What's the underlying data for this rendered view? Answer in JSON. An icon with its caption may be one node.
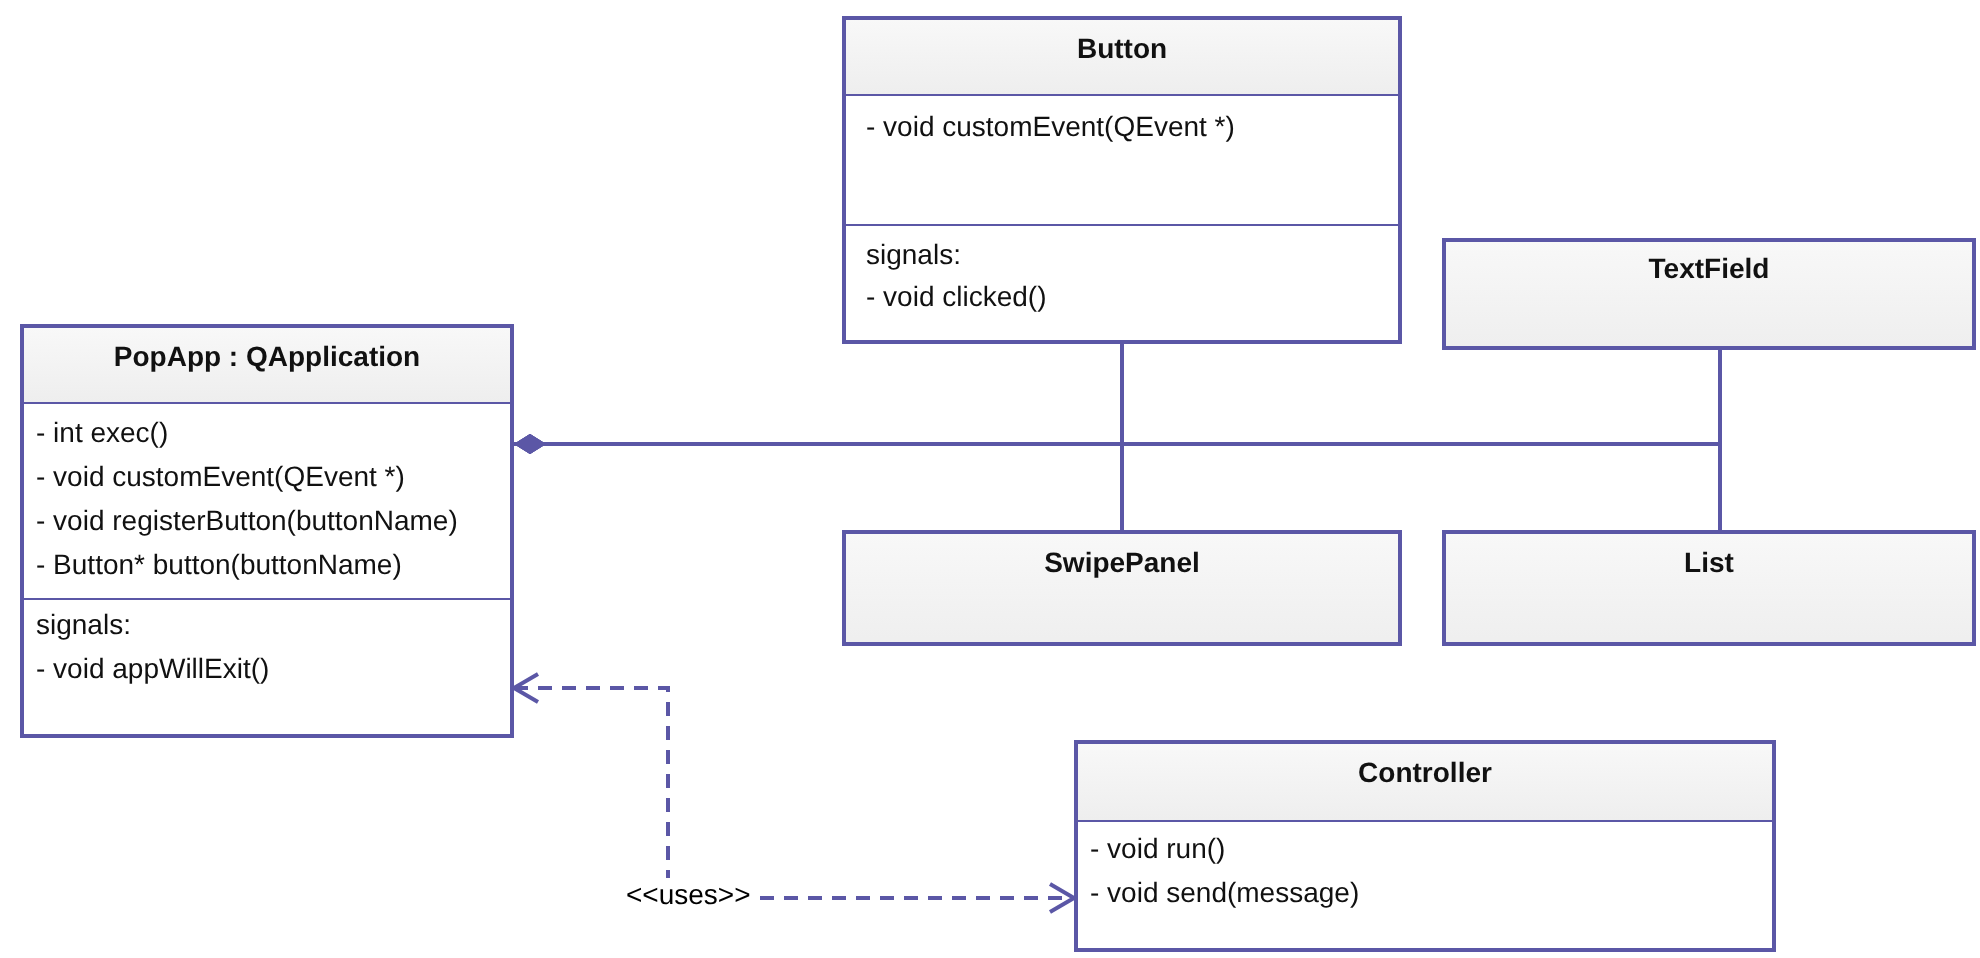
{
  "diagram": {
    "nodes": [
      {
        "text": [
          "PopApp : QApplication",
          "- int exec()",
          "- void customEvent(QEvent *)",
          "- void registerButton(buttonName)",
          "- Button* button(buttonName)",
          "signals:",
          "- void appWillExit()"
        ]
      },
      {
        "text": [
          "Button",
          "- void customEvent(QEvent *)",
          "signals:",
          "- void clicked()"
        ]
      },
      {
        "text": [
          "TextField"
        ]
      },
      {
        "text": [
          "SwipePanel"
        ]
      },
      {
        "text": [
          "List"
        ]
      },
      {
        "text": [
          "Controller",
          "- void run()",
          "- void send(message)"
        ]
      }
    ],
    "edges": [
      {
        "from": 0,
        "to": 1,
        "arrow": "other"
      },
      {
        "from": 0,
        "to": 2,
        "arrow": "other"
      },
      {
        "from": 0,
        "to": 3,
        "arrow": "other"
      },
      {
        "from": 0,
        "to": 4,
        "arrow": "other"
      },
      {
        "from": 0,
        "to": 5,
        "arrow": "both",
        "label": "<<uses>>",
        "style": "dashed"
      }
    ]
  }
}
